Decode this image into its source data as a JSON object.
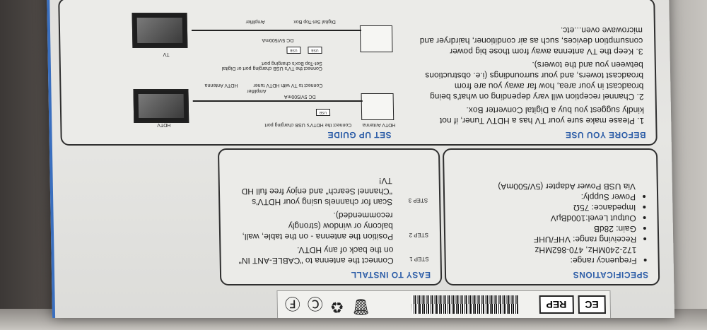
{
  "label": {
    "badges": [
      "EC",
      "REP"
    ]
  },
  "icons": [
    "weee-bin-icon",
    "recycle-icon",
    "ce-mark-icon",
    "fcc-icon"
  ],
  "specifications": {
    "title": "SPECIFICATIONS",
    "items": [
      "Frequency range:",
      "172-240MHz, 470-862MHz",
      "Receiving range: VHF/UHF",
      "Gain: 28dB",
      "Output Level:100dBμV",
      "Impedance: 75Ω",
      "Power Supply:",
      "Via USB Power Adapter (5V/500mA)"
    ]
  },
  "install": {
    "title": "EASY TO INSTALL",
    "steps": [
      {
        "tag": "STEP 1",
        "text": "Connect the antenna to \"CABLE-ANT IN\" on the back of any HDTV."
      },
      {
        "tag": "STEP 2",
        "text": "Position the antenna - on the table, wall, balcony or window (strongly recommended)."
      },
      {
        "tag": "STEP 3",
        "text": "Scan for channels using your HDTV's \"Channel Search\" and enjoy free full HD TV!"
      }
    ]
  },
  "before": {
    "title": "BEFORE YOU USE",
    "items": [
      "1. Please make sure your TV has a HDTV Tuner, if not kindly suggest you buy a Digital Converter Box.",
      "2. Channel reception will vary depending on what's being broadcast in your area, how far away you are from broadcast towers, and your surroundings (i.e. obstructions between you and the towers).",
      "3. Keep the TV antenna away from those big power consumption devices, such as air conditioner, hairdryer and microwave oven...etc."
    ]
  },
  "setup": {
    "title": "SET UP GUIDE",
    "labels": {
      "hdtv_antenna": "HDTV Antenna",
      "hdtv_antenna2": "HDTV Antenna",
      "amplifier": "Amplifier",
      "amplifier2": "Amplifier",
      "hdtv": "HDTV",
      "tv": "TV",
      "usb_port": "Connect the HDTV's USB charging port",
      "dc": "DC 5V/500mA",
      "dc2": "DC 5V/500mA",
      "connect_tuner": "Connect to TV with HDTV tuner",
      "usb_or_box": "Connect the TV's USB charging port or Digital Set-Top Box's charging port",
      "settop": "Digital Set-Top Box",
      "usb1": "USB",
      "usb2": "USB",
      "usb3": "USB"
    }
  }
}
